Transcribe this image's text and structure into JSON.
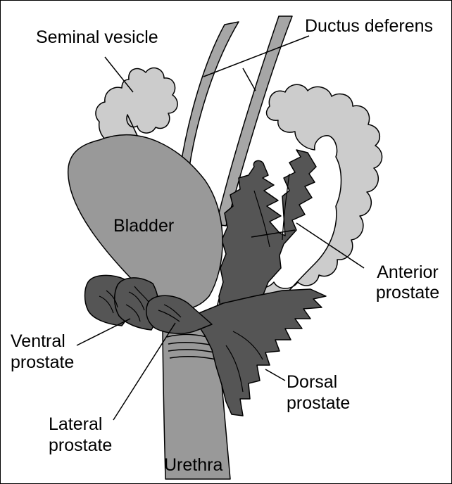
{
  "labels": {
    "seminal_vesicle": "Seminal vesicle",
    "ductus_deferens": "Ductus deferens",
    "bladder": "Bladder",
    "anterior_prostate": [
      "Anterior",
      "prostate"
    ],
    "ventral_prostate": [
      "Ventral",
      "prostate"
    ],
    "dorsal_prostate": [
      "Dorsal",
      "prostate"
    ],
    "lateral_prostate": [
      "Lateral",
      "prostate"
    ],
    "urethra": "Urethra"
  },
  "colors": {
    "seminal_vesicle_fill": "#cccccc",
    "ductus_fill": "#a6a6a6",
    "bladder_fill": "#999999",
    "prostate_fill": "#555555",
    "urethra_fill": "#999999",
    "outline": "#000000"
  }
}
